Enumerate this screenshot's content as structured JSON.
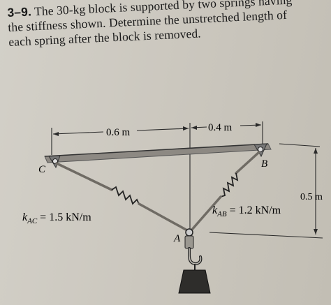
{
  "problem": {
    "number": "3–9.",
    "line1": "The 30-kg block is supported by two springs having",
    "line2": "the stiffness shown. Determine the unstretched length of",
    "line3": "each spring after the block is removed."
  },
  "figure": {
    "dim_left": "0.6 m",
    "dim_right": "0.4 m",
    "dim_vertical": "0.5 m",
    "point_c": "C",
    "point_b": "B",
    "point_a": "A",
    "k_ac": "k",
    "k_ac_sub": "AC",
    "k_ac_value": " = 1.5 kN/m",
    "k_ab": "k",
    "k_ab_sub": "AB",
    "k_ab_value": " = 1.2 kN/m"
  },
  "colors": {
    "ink": "#1b1b1b",
    "cable": "#6f6b64",
    "support": "#8d8983",
    "block": "#2e2d2b"
  }
}
